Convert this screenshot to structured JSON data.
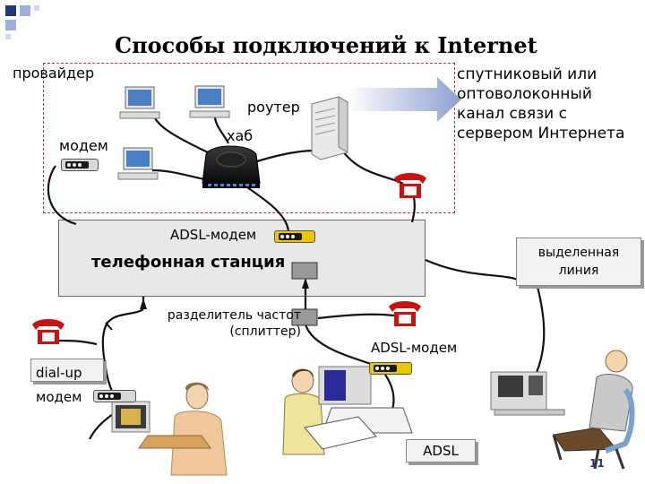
{
  "title": "Способы подключений к Internet",
  "labels": {
    "provider": "провайдер",
    "router": "роутер",
    "hub": "хаб",
    "modem": "модем",
    "satellite": "спутниковый или оптоволоконный канал связи с сервером Интернета",
    "adsl_modem_station": "ADSL-модем",
    "phone_station": "телефонная станция",
    "leased_line": "выделенная линия",
    "splitter": "разделитель частот (сплиттер)",
    "adsl_modem_client": "ADSL-модем",
    "dialup_modem": "dial-up модем",
    "adsl": "ADSL",
    "page_number": "11"
  },
  "colors": {
    "title_text": "#000000",
    "provider_border": "#c03030",
    "phone_red": "#cc1111",
    "adsl_modem_yellow": "#e8c800",
    "arrow_gradient_start": "#ffffff",
    "arrow_gradient_end": "#8e9fd0",
    "corner_squares": "#1f3a7a"
  },
  "icons": [
    "corner-squares-icon",
    "computer-icon",
    "server-icon",
    "hub-icon",
    "phone-icon",
    "modem-icon",
    "adsl-modem-icon",
    "splitter-icon",
    "person-icon",
    "arrow-right-icon"
  ]
}
